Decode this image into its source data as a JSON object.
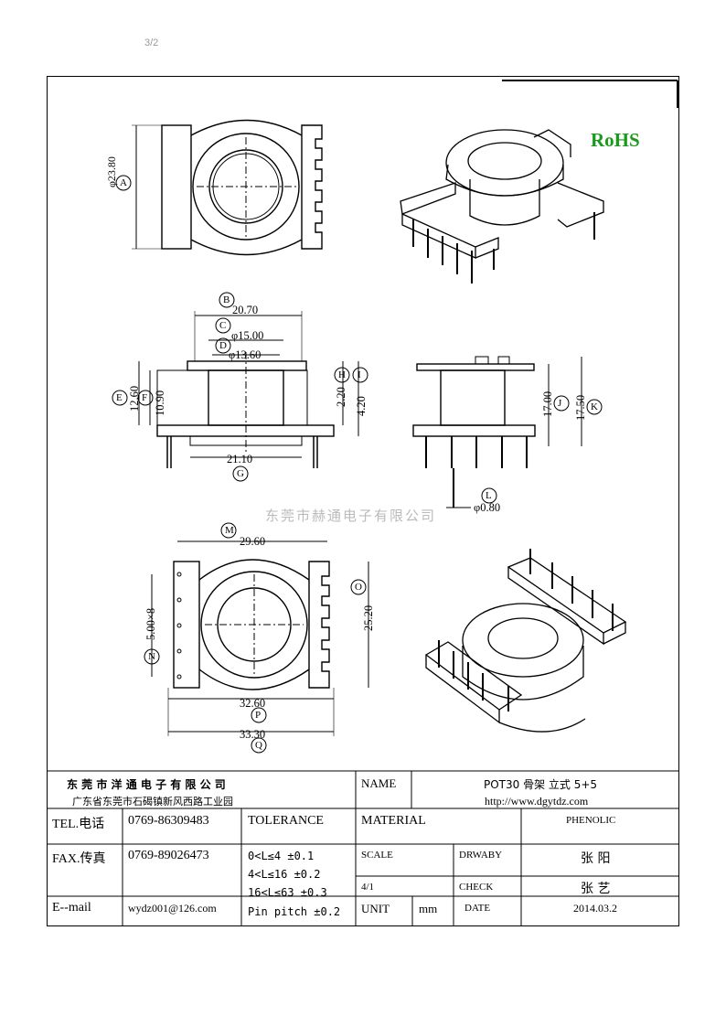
{
  "page_mark": "3/2",
  "rohs": "RoHS",
  "watermark": "东莞市赫通电子有限公司",
  "dims": {
    "A": "A",
    "B": "B",
    "C": "C",
    "D": "D",
    "E": "E",
    "F": "F",
    "G": "G",
    "H": "H",
    "I": "I",
    "J": "J",
    "K": "K",
    "L": "L",
    "M": "M",
    "N": "N",
    "O": "O",
    "P": "P",
    "Q": "Q",
    "a_val": "φ23.80",
    "b_val": "20.70",
    "c_val": "φ15.00",
    "d_val": "φ13.60",
    "e_val": "12.60",
    "f_val": "10.90",
    "g_val": "21.10",
    "h_val": "2.20",
    "i_val": "4.20",
    "j_val": "17.00",
    "k_val": "17.50",
    "l_val": "φ0.80",
    "m_val": "29.60",
    "n_val": "5.00×8",
    "o_val": "25.20",
    "p_val": "32.60",
    "q_val": "33.30"
  },
  "title_block": {
    "company": "东 莞 市 洋 通 电 子 有 限 公 司",
    "address": "广东省东莞市石碣镇新风西路工业园",
    "name_label": "NAME",
    "name_value": "POT30  骨架  立式 5+5",
    "url": "http://www.dgytdz.com",
    "tel_label": "TEL.电话",
    "tel_value": "0769-86309483",
    "tolerance_label": "TOLERANCE",
    "material_label": "MATERIAL",
    "material_value": "PHENOLIC",
    "fax_label": "FAX.传真",
    "fax_value": "0769-89026473",
    "tol1": "0<L≤4   ±0.1",
    "tol2": "4<L≤16  ±0.2",
    "tol3": "16<L≤63  ±0.3",
    "tol4": "Pin pitch  ±0.2",
    "scale_label": "SCALE",
    "scale_value": "4/1",
    "drawby_label": "DRWABY",
    "drawby_value": "张  阳",
    "check_label": "CHECK",
    "check_value": "张  艺",
    "email_label": "E--mail",
    "email_value": "wydz001@126.com",
    "unit_label": "UNIT",
    "unit_value": "mm",
    "date_label": "DATE",
    "date_value": "2014.03.2"
  }
}
